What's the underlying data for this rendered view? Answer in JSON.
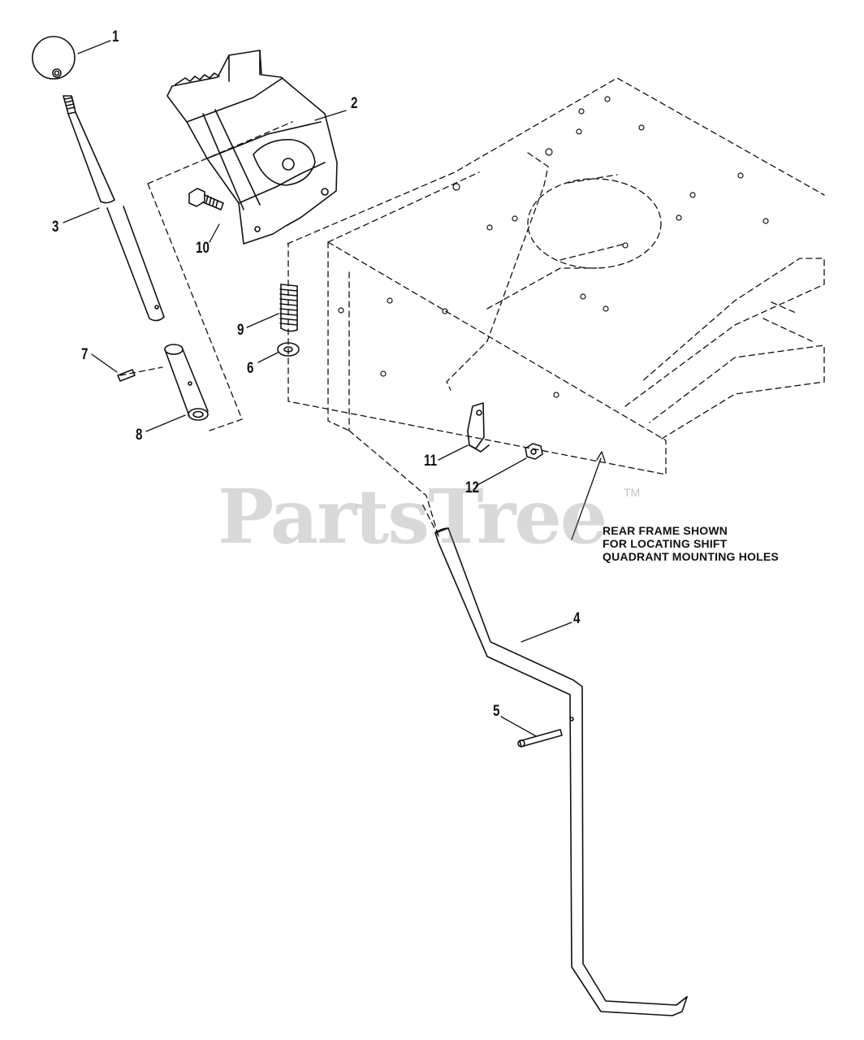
{
  "callouts": [
    "1",
    "2",
    "3",
    "4",
    "5",
    "6",
    "7",
    "8",
    "9",
    "10",
    "11",
    "12"
  ],
  "note": {
    "line1": "REAR FRAME SHOWN",
    "line2": "FOR LOCATING SHIFT",
    "line3": "QUADRANT MOUNTING HOLES"
  },
  "watermark": {
    "text": "PartsTree",
    "trademark": "TM"
  }
}
